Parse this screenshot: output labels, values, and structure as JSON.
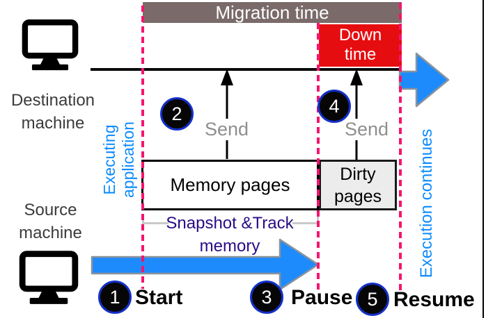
{
  "bars": {
    "migration_label": "Migration time",
    "down_line1": "Down",
    "down_line2": "time"
  },
  "machines": {
    "destination_line1": "Destination",
    "destination_line2": "machine",
    "source_line1": "Source",
    "source_line2": "machine"
  },
  "annotations": {
    "executing_line1": "Executing",
    "executing_line2": "application",
    "execution_continues": "Execution continues",
    "snapshot_line1": "Snapshot &Track",
    "snapshot_line2": "memory",
    "send_1": "Send",
    "send_2": "Send",
    "memory_pages": "Memory pages",
    "dirty_line1": "Dirty",
    "dirty_line2": "pages"
  },
  "steps": [
    {
      "num": "1",
      "label": "Start"
    },
    {
      "num": "2",
      "label": ""
    },
    {
      "num": "3",
      "label": "Pause"
    },
    {
      "num": "4",
      "label": ""
    },
    {
      "num": "5",
      "label": "Resume"
    }
  ],
  "icons": {
    "destination_machine": "monitor-icon",
    "source_machine": "monitor-icon"
  },
  "colors": {
    "migration_bar": "#7b6a6a",
    "down_time_red": "#e60d10",
    "arrow_blue": "#1e8bfd",
    "arrow_outline_gray": "#8b939b",
    "blue_text": "#0d8bfc",
    "pink_dashed_line": "#f5146e",
    "snapshot_text_navy": "#2a0b85",
    "send_text_gray": "#8f8f8f",
    "circle_ring_blue": "#1430c8",
    "circle_fill": "#060606",
    "dirty_box_fill": "#ececec",
    "machine_text_gray": "#3b3b3b"
  }
}
